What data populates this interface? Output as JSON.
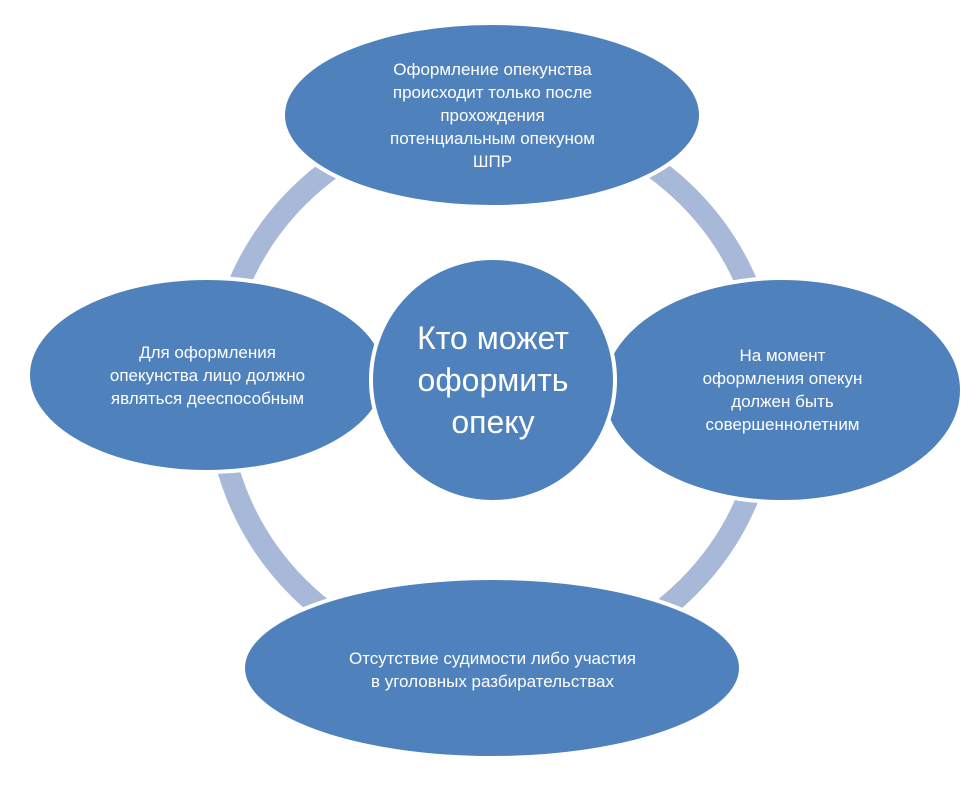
{
  "colors": {
    "node_fill": "#4f81bd",
    "node_border": "#ffffff",
    "ring": "#a7b8d9",
    "background": "#ffffff",
    "text": "#ffffff"
  },
  "center": {
    "label": "Кто может\nоформить\nопеку"
  },
  "nodes": [
    {
      "position": "top",
      "label": "Оформление опекунства\nпроисходит только после\nпрохождения\nпотенциальным опекуном\nШПР"
    },
    {
      "position": "right",
      "label": "На момент\nоформления опекун\nдолжен быть\nсовершеннолетним"
    },
    {
      "position": "bottom",
      "label": "Отсутствие судимости либо участия\nв уголовных разбирательствах"
    },
    {
      "position": "left",
      "label": "Для оформления\nопекунства лицо должно\nявляться дееспособным"
    }
  ]
}
